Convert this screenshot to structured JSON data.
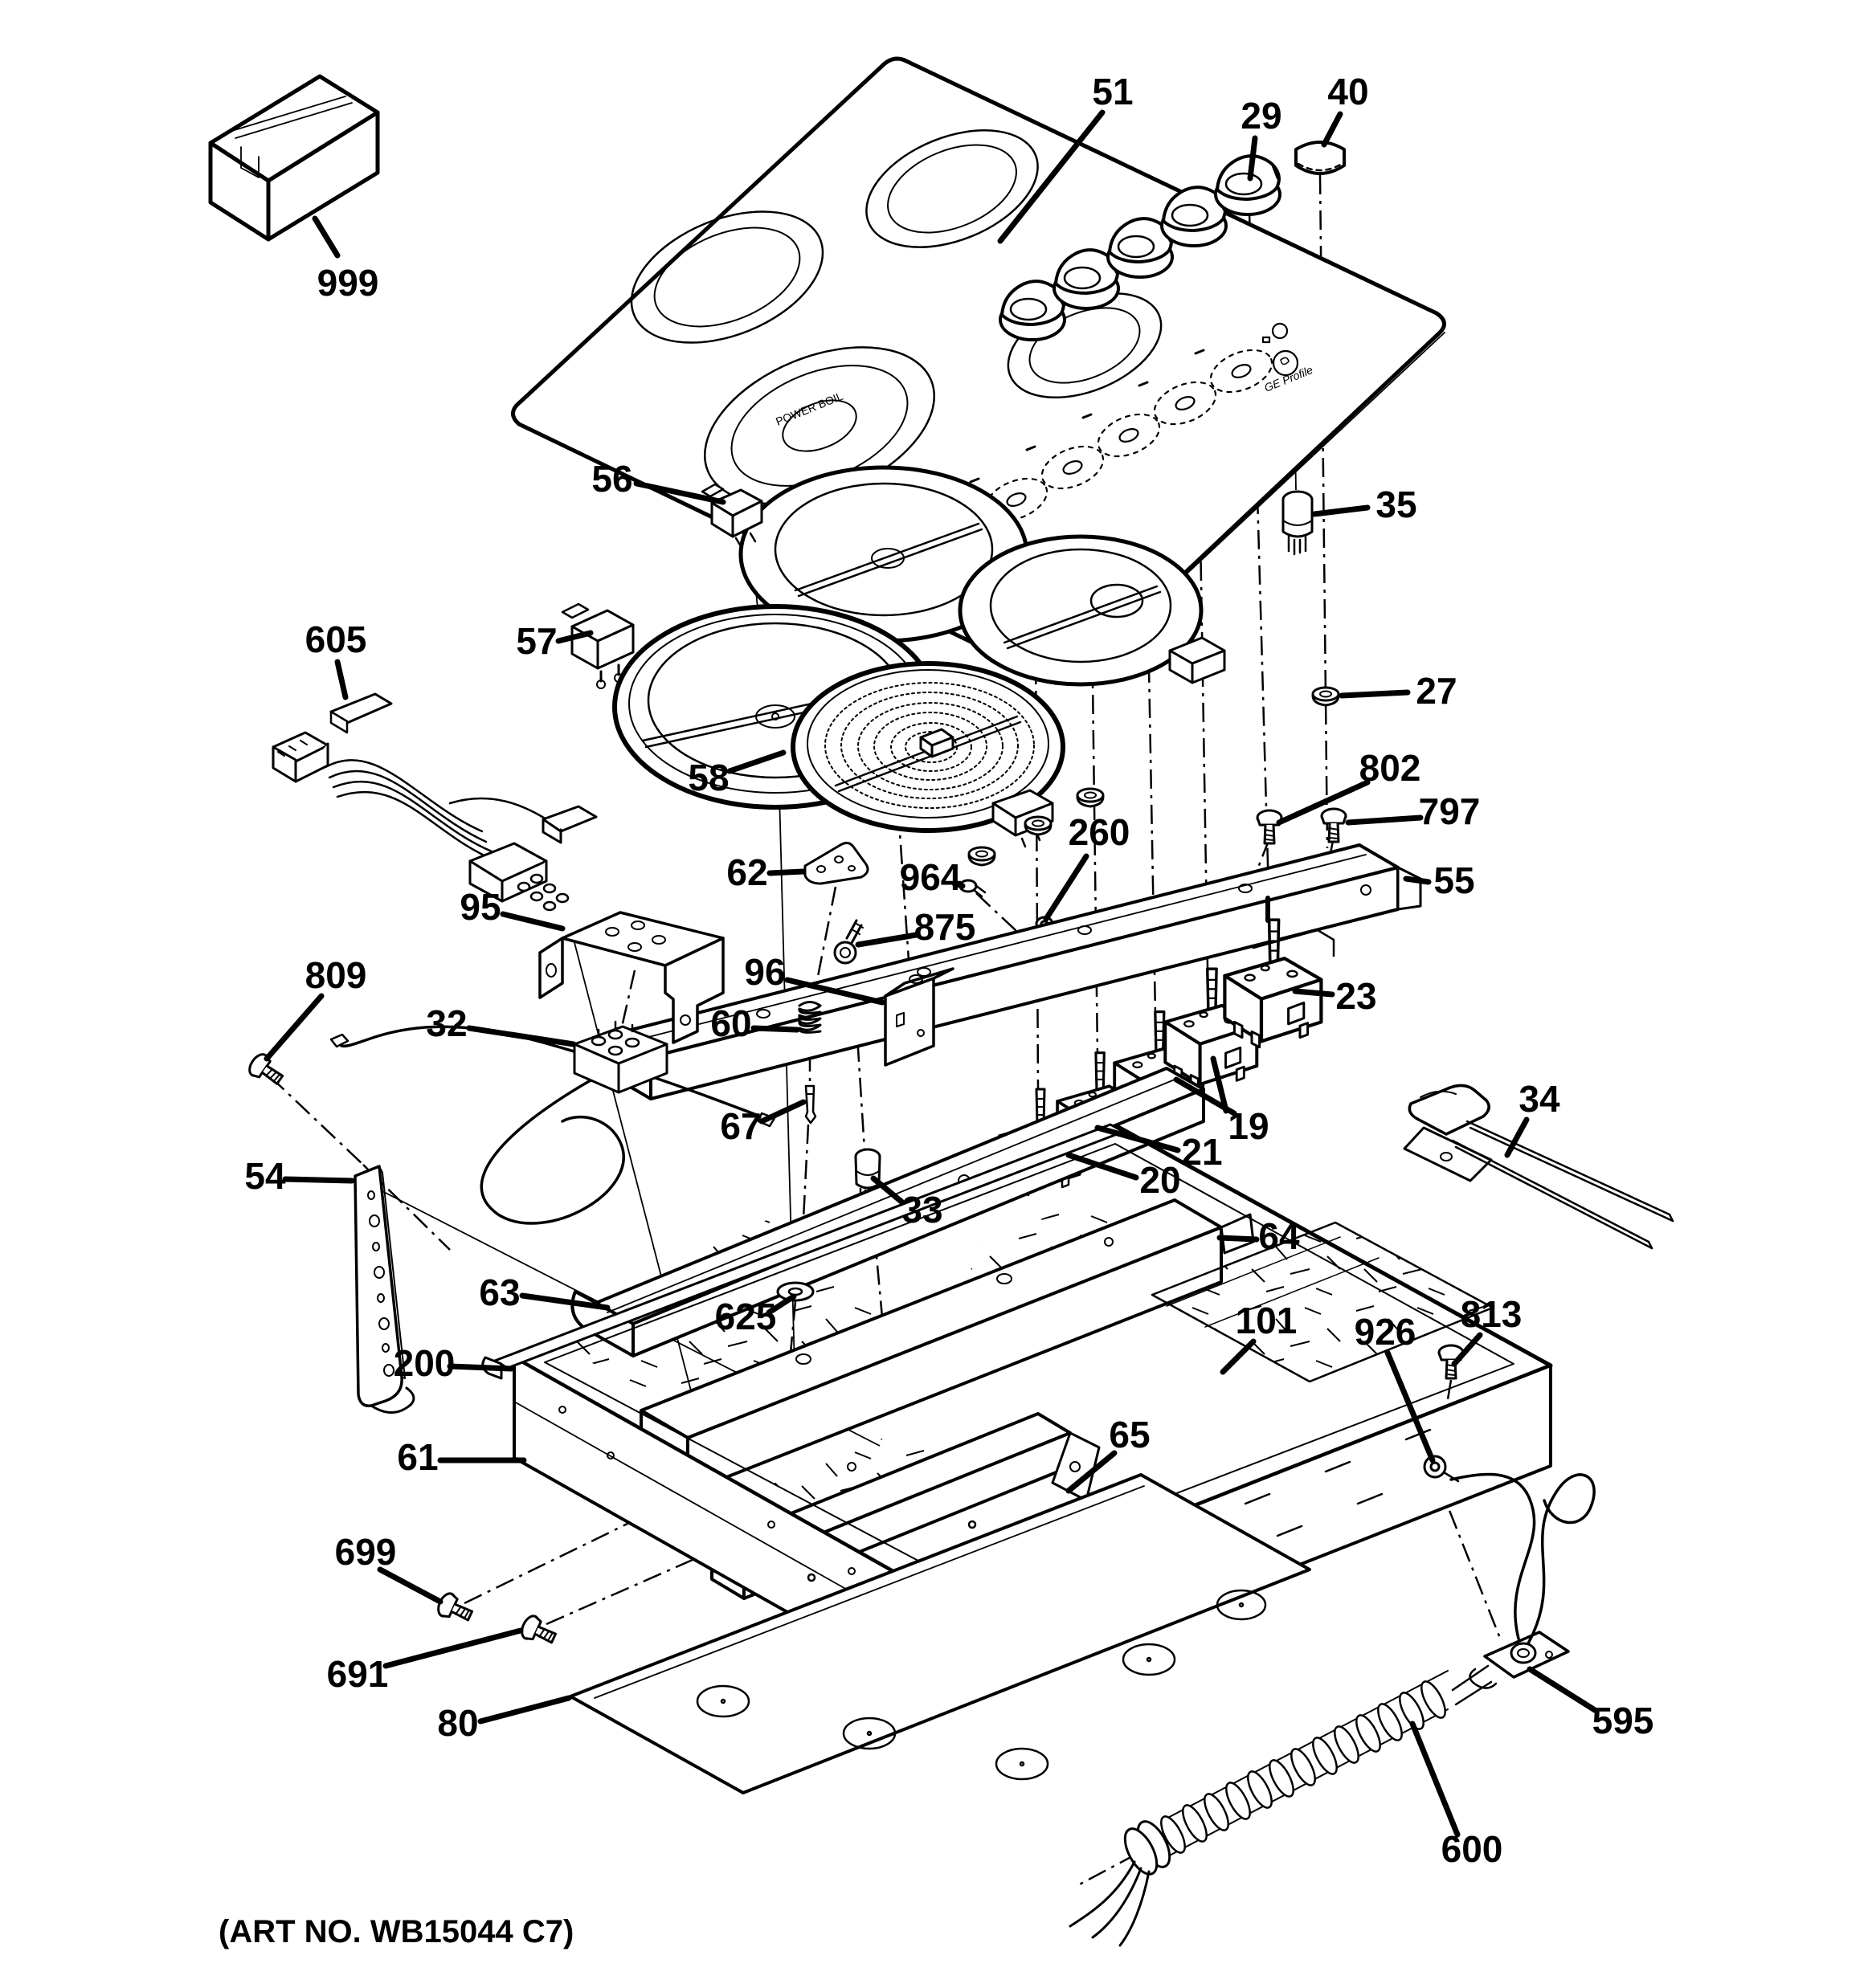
{
  "diagram": {
    "art_no": "(ART NO. WB15044 C7)",
    "branding": {
      "logo": "GE Profile",
      "burner_label": "POWER BOIL"
    },
    "colors": {
      "line": "#000000",
      "background": "#ffffff"
    }
  },
  "parts": [
    {
      "name": "shipping-box",
      "label": "999"
    },
    {
      "name": "glass-cooktop",
      "label": "51"
    },
    {
      "name": "control-knob",
      "label": "29"
    },
    {
      "name": "knob-skirt",
      "label": "40"
    },
    {
      "name": "element-connector-small",
      "label": "56"
    },
    {
      "name": "haliant-element-large",
      "label": "57"
    },
    {
      "name": "dual-haliant-element",
      "label": "58"
    },
    {
      "name": "signal-light",
      "label": "35"
    },
    {
      "name": "hex-nut",
      "label": "27"
    },
    {
      "name": "wire-harness",
      "label": "605"
    },
    {
      "name": "clip-bracket",
      "label": "62"
    },
    {
      "name": "screw-964",
      "label": "964"
    },
    {
      "name": "wire-link",
      "label": "260"
    },
    {
      "name": "screw-802",
      "label": "802"
    },
    {
      "name": "screw-797",
      "label": "797"
    },
    {
      "name": "control-support",
      "label": "55"
    },
    {
      "name": "shoulder-screw",
      "label": "875"
    },
    {
      "name": "mounting-bracket",
      "label": "95"
    },
    {
      "name": "angle-bracket",
      "label": "96"
    },
    {
      "name": "terminal-block",
      "label": "32"
    },
    {
      "name": "spring",
      "label": "60"
    },
    {
      "name": "screw-809",
      "label": "809"
    },
    {
      "name": "mounting-strip",
      "label": "54"
    },
    {
      "name": "pin",
      "label": "67"
    },
    {
      "name": "spacer",
      "label": "33"
    },
    {
      "name": "selector-switch",
      "label": "23"
    },
    {
      "name": "infinite-switch-pair",
      "label": "19"
    },
    {
      "name": "infinite-switch-b",
      "label": "21"
    },
    {
      "name": "infinite-switch-a",
      "label": "20"
    },
    {
      "name": "temperature-sensor",
      "label": "34"
    },
    {
      "name": "support-rail-front",
      "label": "63"
    },
    {
      "name": "washer",
      "label": "625"
    },
    {
      "name": "support-rail-center",
      "label": "64"
    },
    {
      "name": "insulation-pad",
      "label": "101"
    },
    {
      "name": "ring-terminal",
      "label": "926"
    },
    {
      "name": "screw-813",
      "label": "813"
    },
    {
      "name": "trim-strip",
      "label": "200"
    },
    {
      "name": "burner-box",
      "label": "61"
    },
    {
      "name": "support-rail-lower",
      "label": "65"
    },
    {
      "name": "screw-699",
      "label": "699"
    },
    {
      "name": "screw-691",
      "label": "691"
    },
    {
      "name": "bottom-cover",
      "label": "80"
    },
    {
      "name": "terminal-bracket",
      "label": "595"
    },
    {
      "name": "flexible-conduit",
      "label": "600"
    }
  ]
}
